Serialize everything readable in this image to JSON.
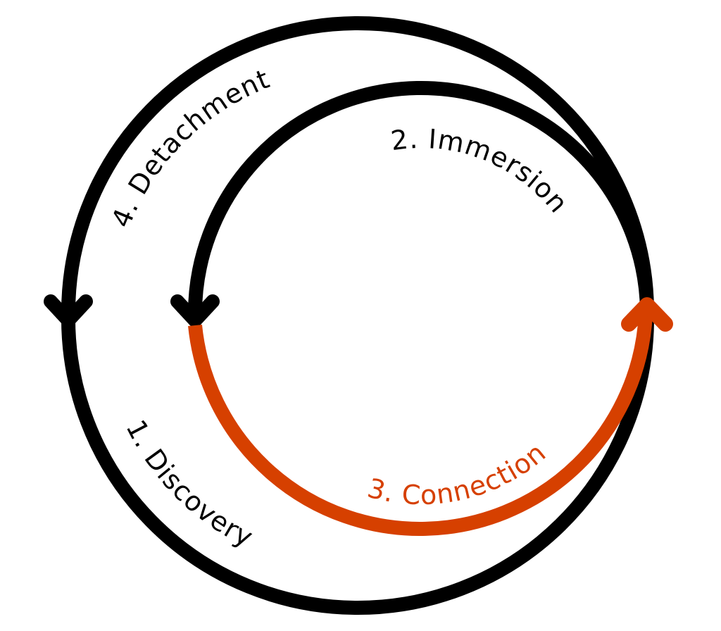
{
  "diagram": {
    "type": "cycle",
    "colors": {
      "primary": "#000000",
      "accent": "#D64000",
      "background": "#FFFFFF"
    },
    "stages": [
      {
        "id": "discovery",
        "label": "1. Discovery",
        "color": "#000000",
        "ring": "outer"
      },
      {
        "id": "immersion",
        "label": "2. Immersion",
        "color": "#000000",
        "ring": "inner"
      },
      {
        "id": "connection",
        "label": "3. Connection",
        "color": "#D64000",
        "ring": "inner"
      },
      {
        "id": "detachment",
        "label": "4. Detachment",
        "color": "#000000",
        "ring": "outer"
      }
    ]
  }
}
